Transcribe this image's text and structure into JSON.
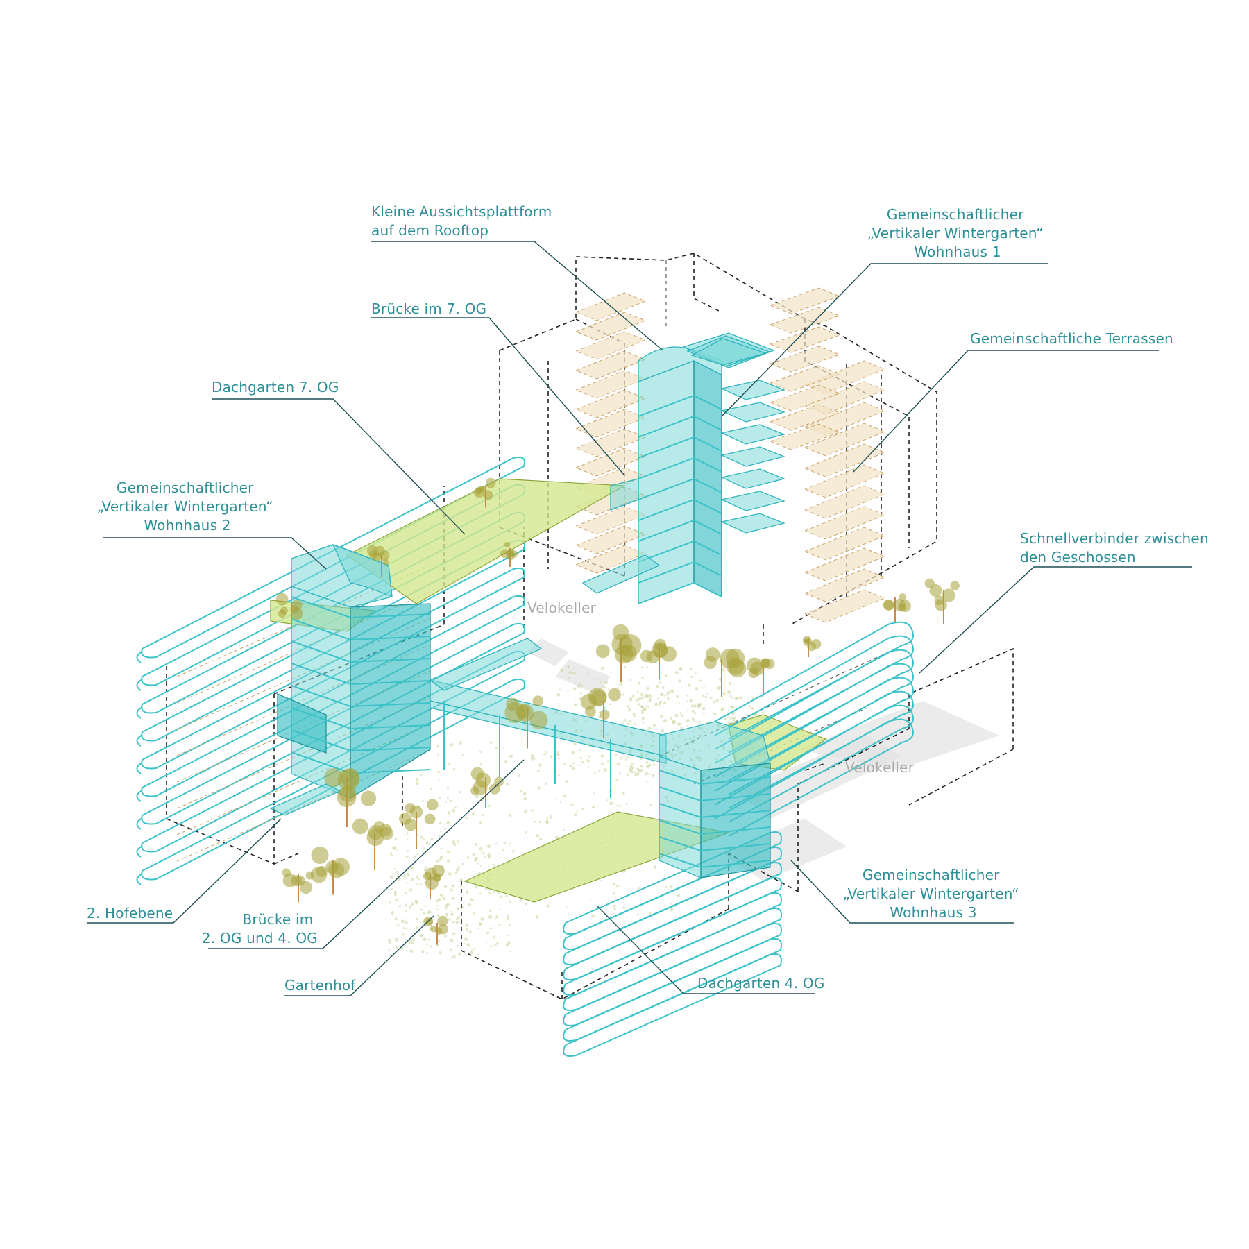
{
  "colors": {
    "label_text": "#2e8f97",
    "leader_line": "#1f4f55",
    "glass_cyan": "#7ed8d8",
    "roof_green": "#d4e78e",
    "terrace_beige": "#f2e3c5",
    "outline_dashed": "#222222"
  },
  "labels": {
    "aussichtsplattform": [
      "Kleine Aussichtsplattform",
      "auf dem Rooftop"
    ],
    "wintergarten_1": [
      "Gemeinschaftlicher",
      "„Vertikaler Wintergarten“",
      "Wohnhaus 1"
    ],
    "bruecke_7og": [
      "Brücke im 7. OG"
    ],
    "terrassen": [
      "Gemeinschaftliche Terrassen"
    ],
    "dachgarten_7og": [
      "Dachgarten 7. OG"
    ],
    "wintergarten_2": [
      "Gemeinschaftlicher",
      "„Vertikaler Wintergarten“",
      "Wohnhaus 2"
    ],
    "schnellverbinder": [
      "Schnellverbinder zwischen",
      "den Geschossen"
    ],
    "velokeller_1": [
      "Velokeller"
    ],
    "velokeller_2": [
      "Velokeller"
    ],
    "hofebene": [
      "2. Hofebene"
    ],
    "bruecke_2og_4og": [
      "Brücke im",
      "2. OG und 4. OG"
    ],
    "gartenhof": [
      "Gartenhof"
    ],
    "wintergarten_3": [
      "Gemeinschaftlicher",
      "„Vertikaler Wintergarten“",
      "Wohnhaus 3"
    ],
    "dachgarten_4og": [
      "Dachgarten 4. OG"
    ]
  }
}
